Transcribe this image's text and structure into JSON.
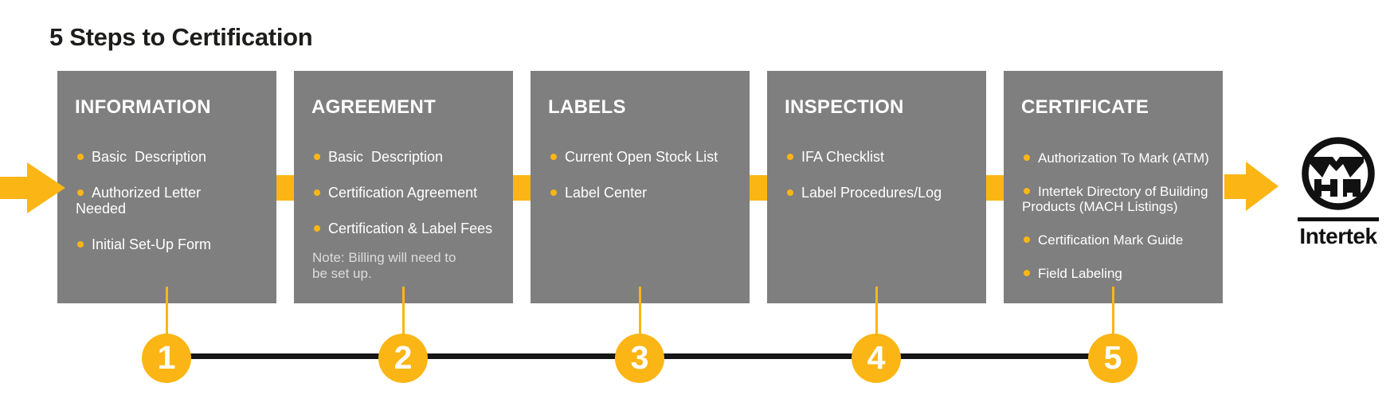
{
  "title": "5 Steps to Certification",
  "colors": {
    "accent_yellow": "#FBB615",
    "box_gray": "#7F7F7F",
    "timeline_black": "#161616",
    "text_white": "#FFFFFF",
    "note_gray": "#DCDCDC"
  },
  "icons": {
    "bullet": "small yellow filled circle",
    "flow_arrow": "yellow right-pointing block arrow",
    "wh_mark": "Warnock Hersey WH monogram inside black circle"
  },
  "steps": [
    {
      "number": "1",
      "label": "INFORMATION",
      "items": [
        "Basic  Description",
        "Authorized Letter\nNeeded",
        "Initial Set-Up Form"
      ]
    },
    {
      "number": "2",
      "label": "AGREEMENT",
      "items": [
        "Basic  Description",
        "Certification Agreement",
        "Certification & Label Fees"
      ],
      "note": "Note: Billing will need to\nbe set up."
    },
    {
      "number": "3",
      "label": "LABELS",
      "items": [
        "Current Open Stock List",
        "Label Center"
      ]
    },
    {
      "number": "4",
      "label": "INSPECTION",
      "items": [
        "IFA Checklist",
        "Label Procedures/Log"
      ]
    },
    {
      "number": "5",
      "label": "CERTIFICATE",
      "items": [
        "Authorization To Mark (ATM)",
        "Intertek Directory of Building\nProducts (MACH Listings)",
        "Certification Mark Guide",
        "Field Labeling"
      ]
    }
  ],
  "logo": {
    "brand": "Intertek"
  }
}
